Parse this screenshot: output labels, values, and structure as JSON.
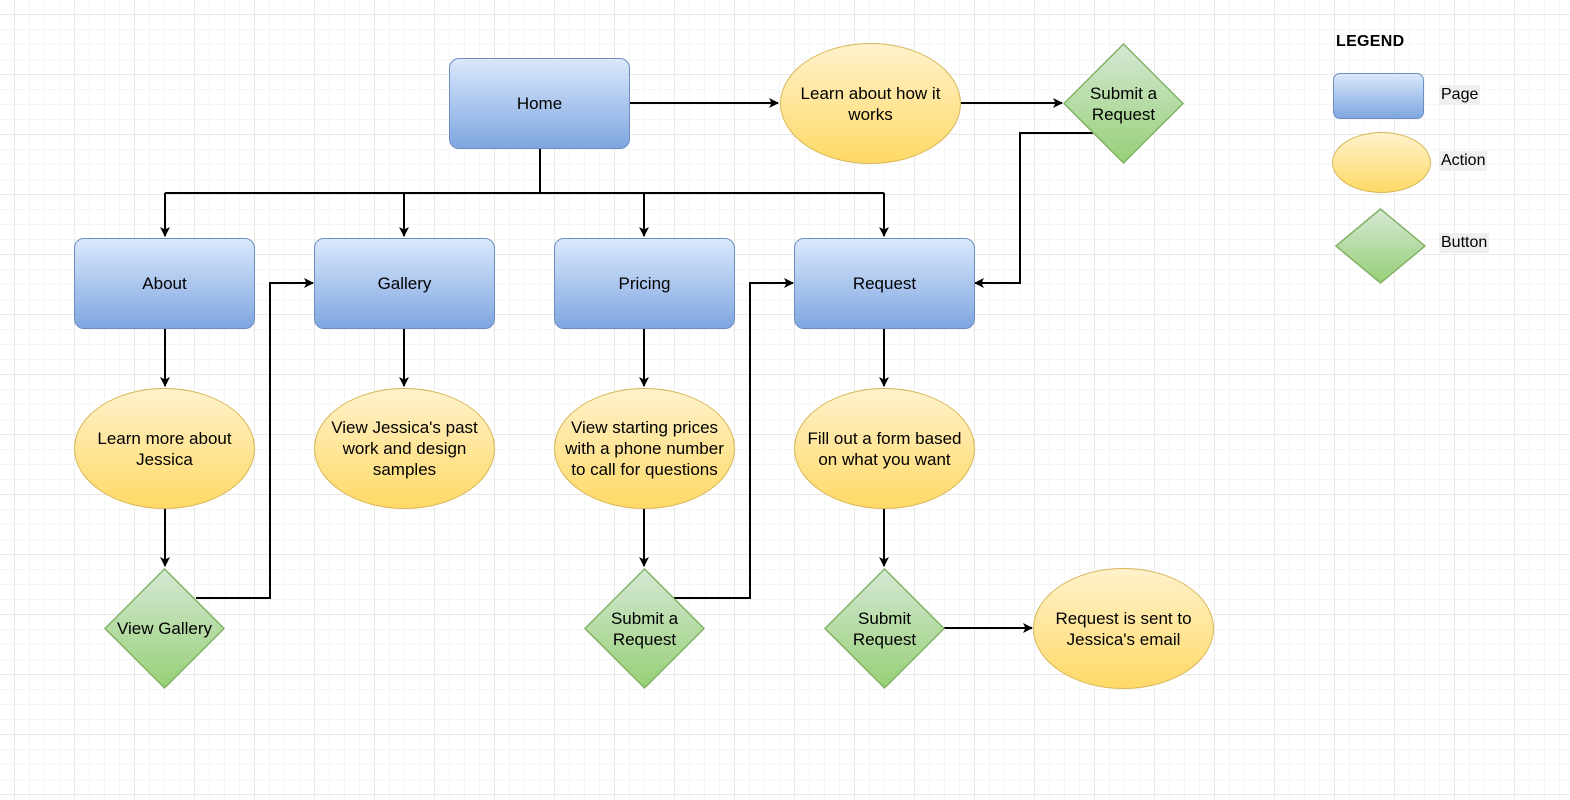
{
  "nodes": {
    "home": "Home",
    "about": "About",
    "gallery": "Gallery",
    "pricing": "Pricing",
    "request": "Request",
    "learn_how": "Learn about how it works",
    "submit_top": "Submit a Request",
    "learn_jessica": "Learn more about Jessica",
    "view_work": "View Jessica's past work and design samples",
    "view_prices": "View starting prices with a phone number to call for questions",
    "fill_form": "Fill out a form based on what you want",
    "view_gallery": "View Gallery",
    "submit_pricing": "Submit a Request",
    "submit_request": "Submit Request",
    "sent_email": "Request is sent to Jessica's email"
  },
  "legend": {
    "title": "LEGEND",
    "page": "Page",
    "action": "Action",
    "button": "Button"
  },
  "colors": {
    "page_fill_top": "#dae8fc",
    "page_fill_bottom": "#7ea6e0",
    "page_stroke": "#6c8ebf",
    "action_fill_top": "#fff2cc",
    "action_fill_bottom": "#ffd966",
    "action_stroke": "#d6b656",
    "button_fill_top": "#d5e8d4",
    "button_fill_bottom": "#97d077",
    "button_stroke": "#82b366",
    "edge": "#000000"
  }
}
